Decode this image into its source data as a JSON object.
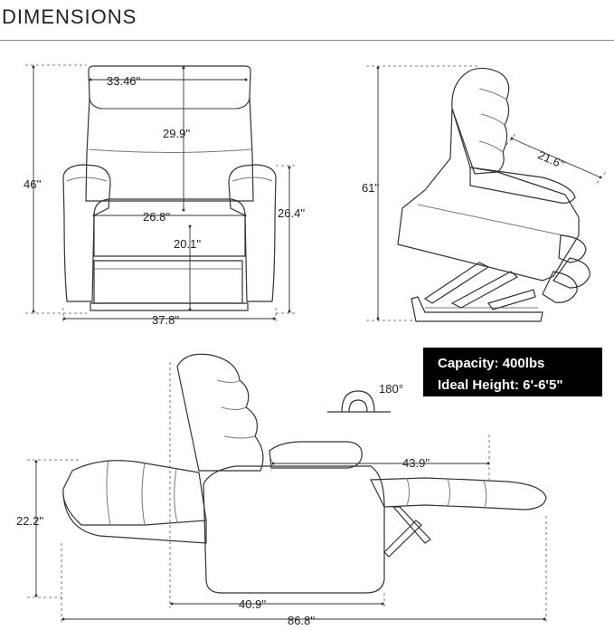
{
  "title": "DIMENSIONS",
  "front_view": {
    "width_top": "33.46''",
    "back_height": "29.9''",
    "total_height": "46''",
    "seat_width": "26.8''",
    "arm_height": "26.4''",
    "seat_height": "20.1''",
    "total_width": "37.8''"
  },
  "lift_view": {
    "total_height": "61''",
    "seat_depth": "21.6''"
  },
  "recline_view": {
    "rotation": "180°",
    "leg_extension": "43.9''",
    "seat_height": "22.2''",
    "base_depth": "40.9''",
    "total_length": "86.8''"
  },
  "specs": {
    "capacity": "Capacity: 400lbs",
    "ideal_height": "Ideal Height: 6'-6'5\""
  }
}
